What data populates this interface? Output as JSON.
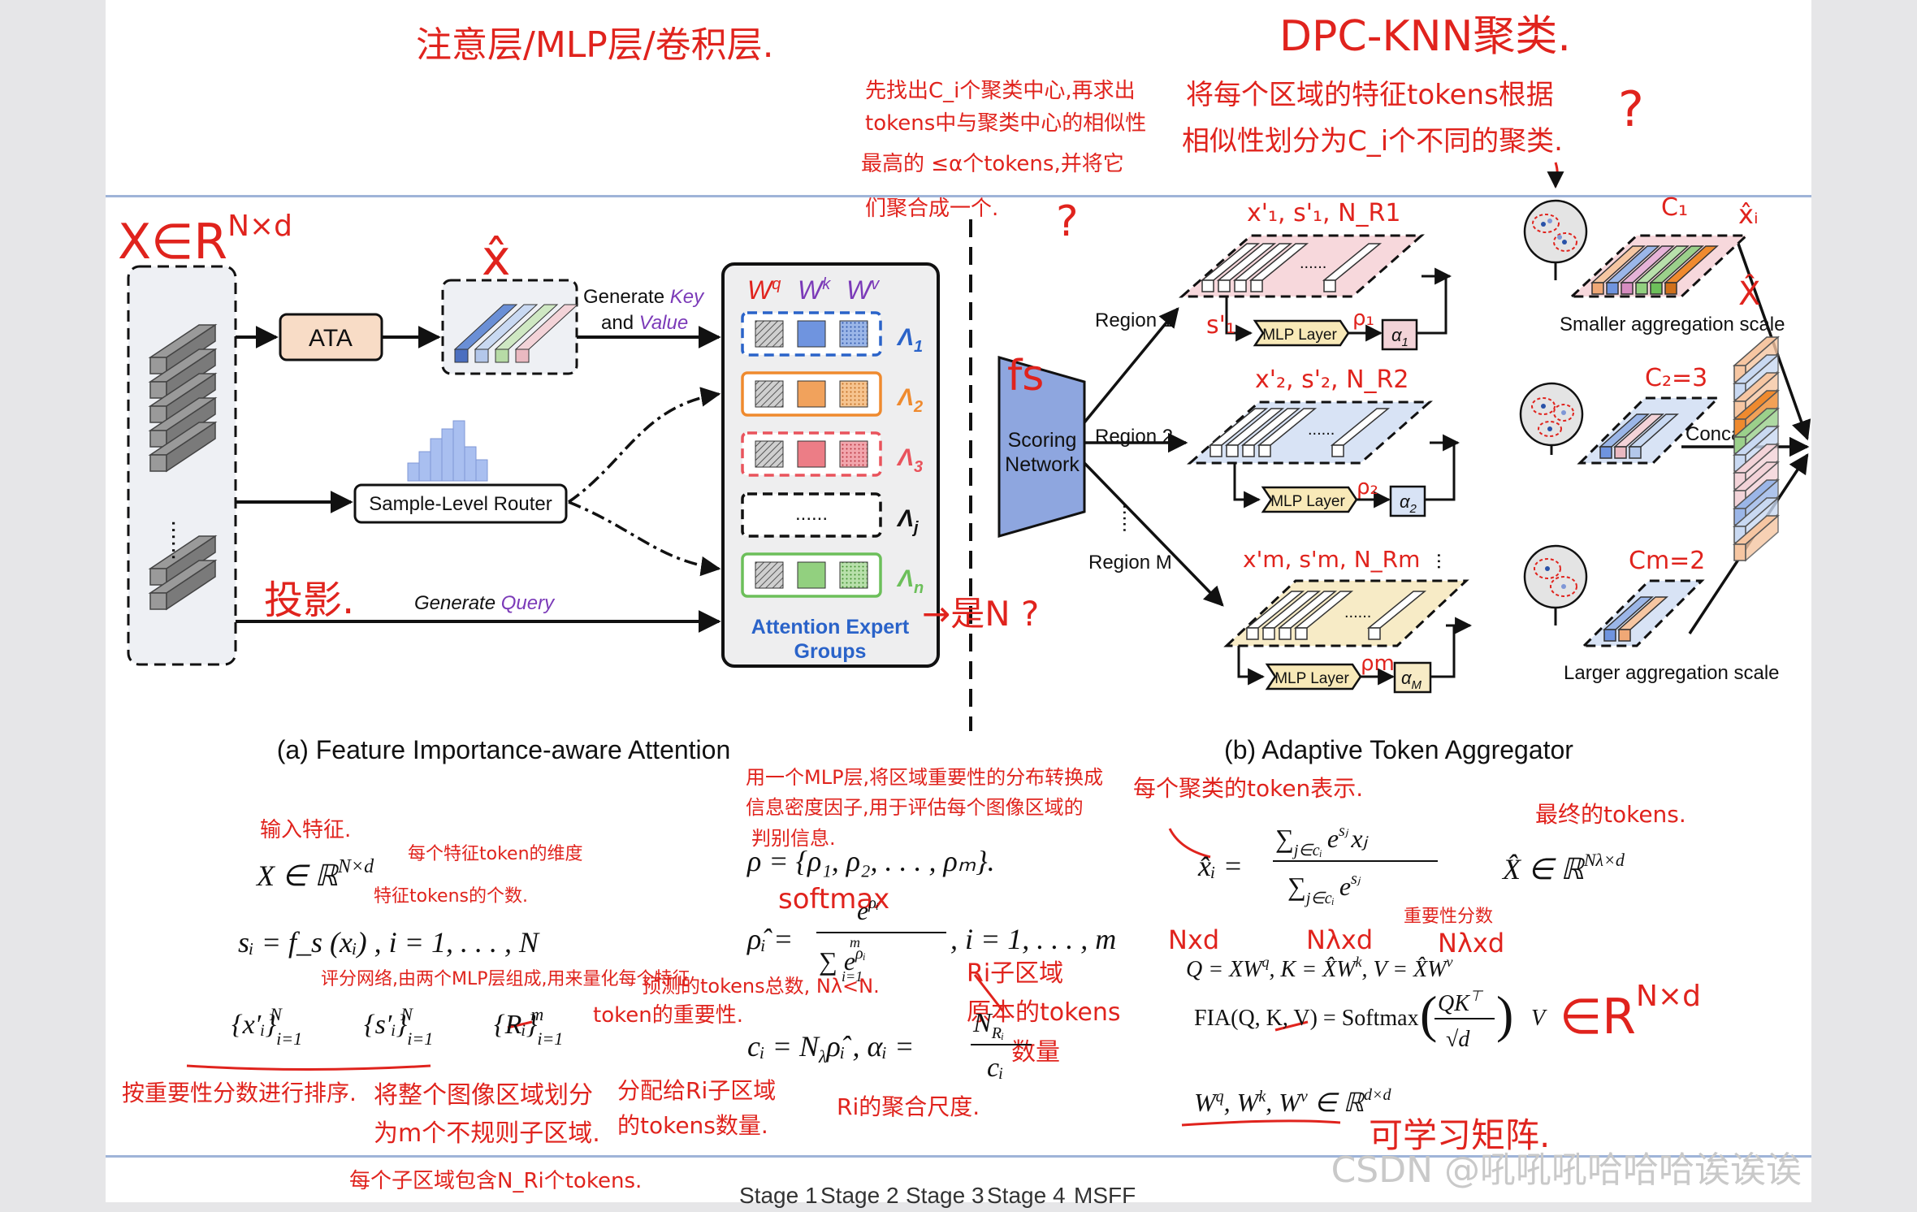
{
  "fig_a": {
    "ata": "ATA",
    "generate_key": "Generate",
    "key_word": "Key",
    "and_word": "and",
    "value_word": "Value",
    "router": "Sample-Level Router",
    "generate_query": "Generate",
    "query_word": "Query",
    "w_q": "W",
    "w_q_sup": "q",
    "w_k": "W",
    "w_k_sup": "k",
    "w_v": "W",
    "w_v_sup": "v",
    "lam1": "Λ",
    "lam1_sub": "1",
    "lam2": "Λ",
    "lam2_sub": "2",
    "lam3": "Λ",
    "lam3_sub": "3",
    "lamj": "Λ",
    "lamj_sub": "j",
    "lamn": "Λ",
    "lamn_sub": "n",
    "expert_line1": "Attention Expert",
    "expert_line2": "Groups",
    "ellipsis": "......",
    "caption": "(a) Feature Importance-aware Attention"
  },
  "fig_b": {
    "scoring1": "Scoring",
    "scoring2": "Network",
    "region1": "Region 1",
    "region2": "Region 2",
    "regionM": "Region M",
    "mlp": "MLP Layer",
    "alpha1": "α",
    "alpha1_sub": "1",
    "alpha2": "α",
    "alpha2_sub": "2",
    "alphaM": "α",
    "alphaM_sub": "M",
    "smaller": "Smaller aggregation scale",
    "concat": "Concat",
    "larger": "Larger aggregation scale",
    "caption": "(b) Adaptive Token Aggregator"
  },
  "handwriting": {
    "top_left": "注意层/MLP层/卷积层.",
    "dpc": "DPC-KNN聚类.",
    "dpc_note1": "将每个区域的特征tokens根据",
    "dpc_note2": "相似性划分为C_i个不同的聚类.",
    "qmark1": "?",
    "select1": "先找出C_i个聚类中心,再求出",
    "select2": "tokens中与聚类中心的相似性",
    "select3": "最高的 ≤α个tokens,并将它",
    "select4": "们聚合成一个.",
    "qmark2": "?",
    "x_in_r": "X∈R",
    "x_in_r_sup": "N×d",
    "xhat": "x̂",
    "fs": "fs",
    "proj": "投影.",
    "is_n": "→是N ?",
    "r1_labels": "x'₁, s'₁, N_R1",
    "r1_s": "s'₁",
    "r1_rho": "ρ₁",
    "r2_labels": "x'₂, s'₂, N_R2",
    "r2_rho": "ρ₂",
    "rm_labels": "x'm, s'm, N_Rm",
    "rm_rho": "ρm",
    "c1": "C₁",
    "c2": "C₂=3",
    "cm": "Cm=2",
    "xhat_i": "x̂ᵢ",
    "xhat_big": "X̂",
    "note_rho1": "用一个MLP层,将区域重要性的分布转换成",
    "note_rho2": "信息密度因子,用于评估每个图像区域的",
    "note_rho3": "判别信息.",
    "softmax": "softmax",
    "input_feat": "输入特征.",
    "token_dim": "每个特征token的维度",
    "token_count": "特征tokens的个数.",
    "scoring_note": "评分网络,由两个MLP层组成,用来量化每个特征",
    "token_imp": "token的重要性.",
    "sort_note": "按重要性分数进行排序.",
    "divide_note1": "将整个图像区域划分",
    "divide_note2": "为m个不规则子区域.",
    "divide_note3": "每个子区域包含N_Ri个tokens.",
    "pred_tokens": "预测的tokens总数, Nλ<N.",
    "ri_region1": "Ri子区域",
    "ri_region2": "原本的tokens",
    "ri_region3": "数量",
    "assign_note1": "分配给Ri子区域",
    "assign_note2": "的tokens数量.",
    "agg_scale": "Ri的聚合尺度.",
    "cluster_repr": "每个聚类的token表示.",
    "final_tokens": "最终的tokens.",
    "importance": "重要性分数",
    "nxd1": "Nxd",
    "nlxd1": "Nλxd",
    "nlxd2": "Nλxd",
    "in_rnd": "∈R",
    "in_rnd_sup": "N×d",
    "learnable": "可学习矩阵."
  },
  "equations": {
    "eq1": "X ∈ ℝ",
    "eq1_sup": "N×d",
    "eq2": "sᵢ = f_s (xᵢ) , i = 1, . . . , N",
    "eq3a": "{x′ᵢ}",
    "eq3a_sub": "i=1",
    "eq3a_sup": "N",
    "eq3b": "{s′ᵢ}",
    "eq3b_sub": "i=1",
    "eq3b_sup": "N",
    "eq3c": "{Rᵢ}",
    "eq3c_sub": "i=1",
    "eq3c_sup": "m",
    "eq4": "ρ = {ρ₁,  ρ₂,  . . . , ρₘ}.",
    "eq5_lhs": "ρ̂ᵢ =",
    "eq5_num": "e",
    "eq5_num_sup": "ρᵢ",
    "eq5_den": "∑ e",
    "eq5_den_sup": "ρᵢ",
    "eq5_lim_top": "m",
    "eq5_lim_bot": "i=1",
    "eq5_rhs": ", i = 1, . . . , m",
    "eq6a": "cᵢ = N",
    "eq6a_sub": "λ",
    "eq6b": "ρ̂ᵢ , αᵢ =",
    "eq6_num": "N",
    "eq6_num_sub": "Rᵢ",
    "eq6_den": "cᵢ",
    "eq7_lhs": "x̂ᵢ =",
    "eq7_num": "∑",
    "eq7_num_sub": "j∈cᵢ",
    "eq7_num_rest": "e",
    "eq7_num_sup": "sⱼ",
    "eq7_num_x": "xⱼ",
    "eq7_den": "∑",
    "eq7_den_sub": "j∈cᵢ",
    "eq7_den_rest": "e",
    "eq7_den_sup": "sⱼ",
    "eq8": "X̂ ∈ ℝ",
    "eq8_sup": "Nλ×d",
    "eq9": "Q = XW",
    "eq9_q": "q",
    "eq9_b": ", K = X̂W",
    "eq9_k": "k",
    "eq9_c": ", V = X̂W",
    "eq9_v": "v",
    "eq10": "FIA(Q, K, V) = Softmax",
    "eq10_num": "QK",
    "eq10_num_sup": "⊤",
    "eq10_den": "√d",
    "eq10_tail": "V",
    "eq11": "W",
    "eq11_q": "q",
    "eq11_b": ", W",
    "eq11_k": "k",
    "eq11_c": ", W",
    "eq11_v": "v",
    "eq11_d": " ∈ ℝ",
    "eq11_sup": "d×d"
  },
  "tabs": [
    "Stage 1",
    "Stage 2",
    "Stage 3",
    "Stage 4",
    "MSFF"
  ],
  "watermark": "CSDN @吼吼吼哈哈哈诶诶诶",
  "colors": {
    "ink": "#e0231d",
    "rule": "#9fb4d8",
    "blue": "#2a63c9",
    "orange": "#ef8a2e",
    "red": "#e9535c",
    "green": "#6cbf5a",
    "purple": "#7b3ab8",
    "scoring": "#8ea6df"
  }
}
